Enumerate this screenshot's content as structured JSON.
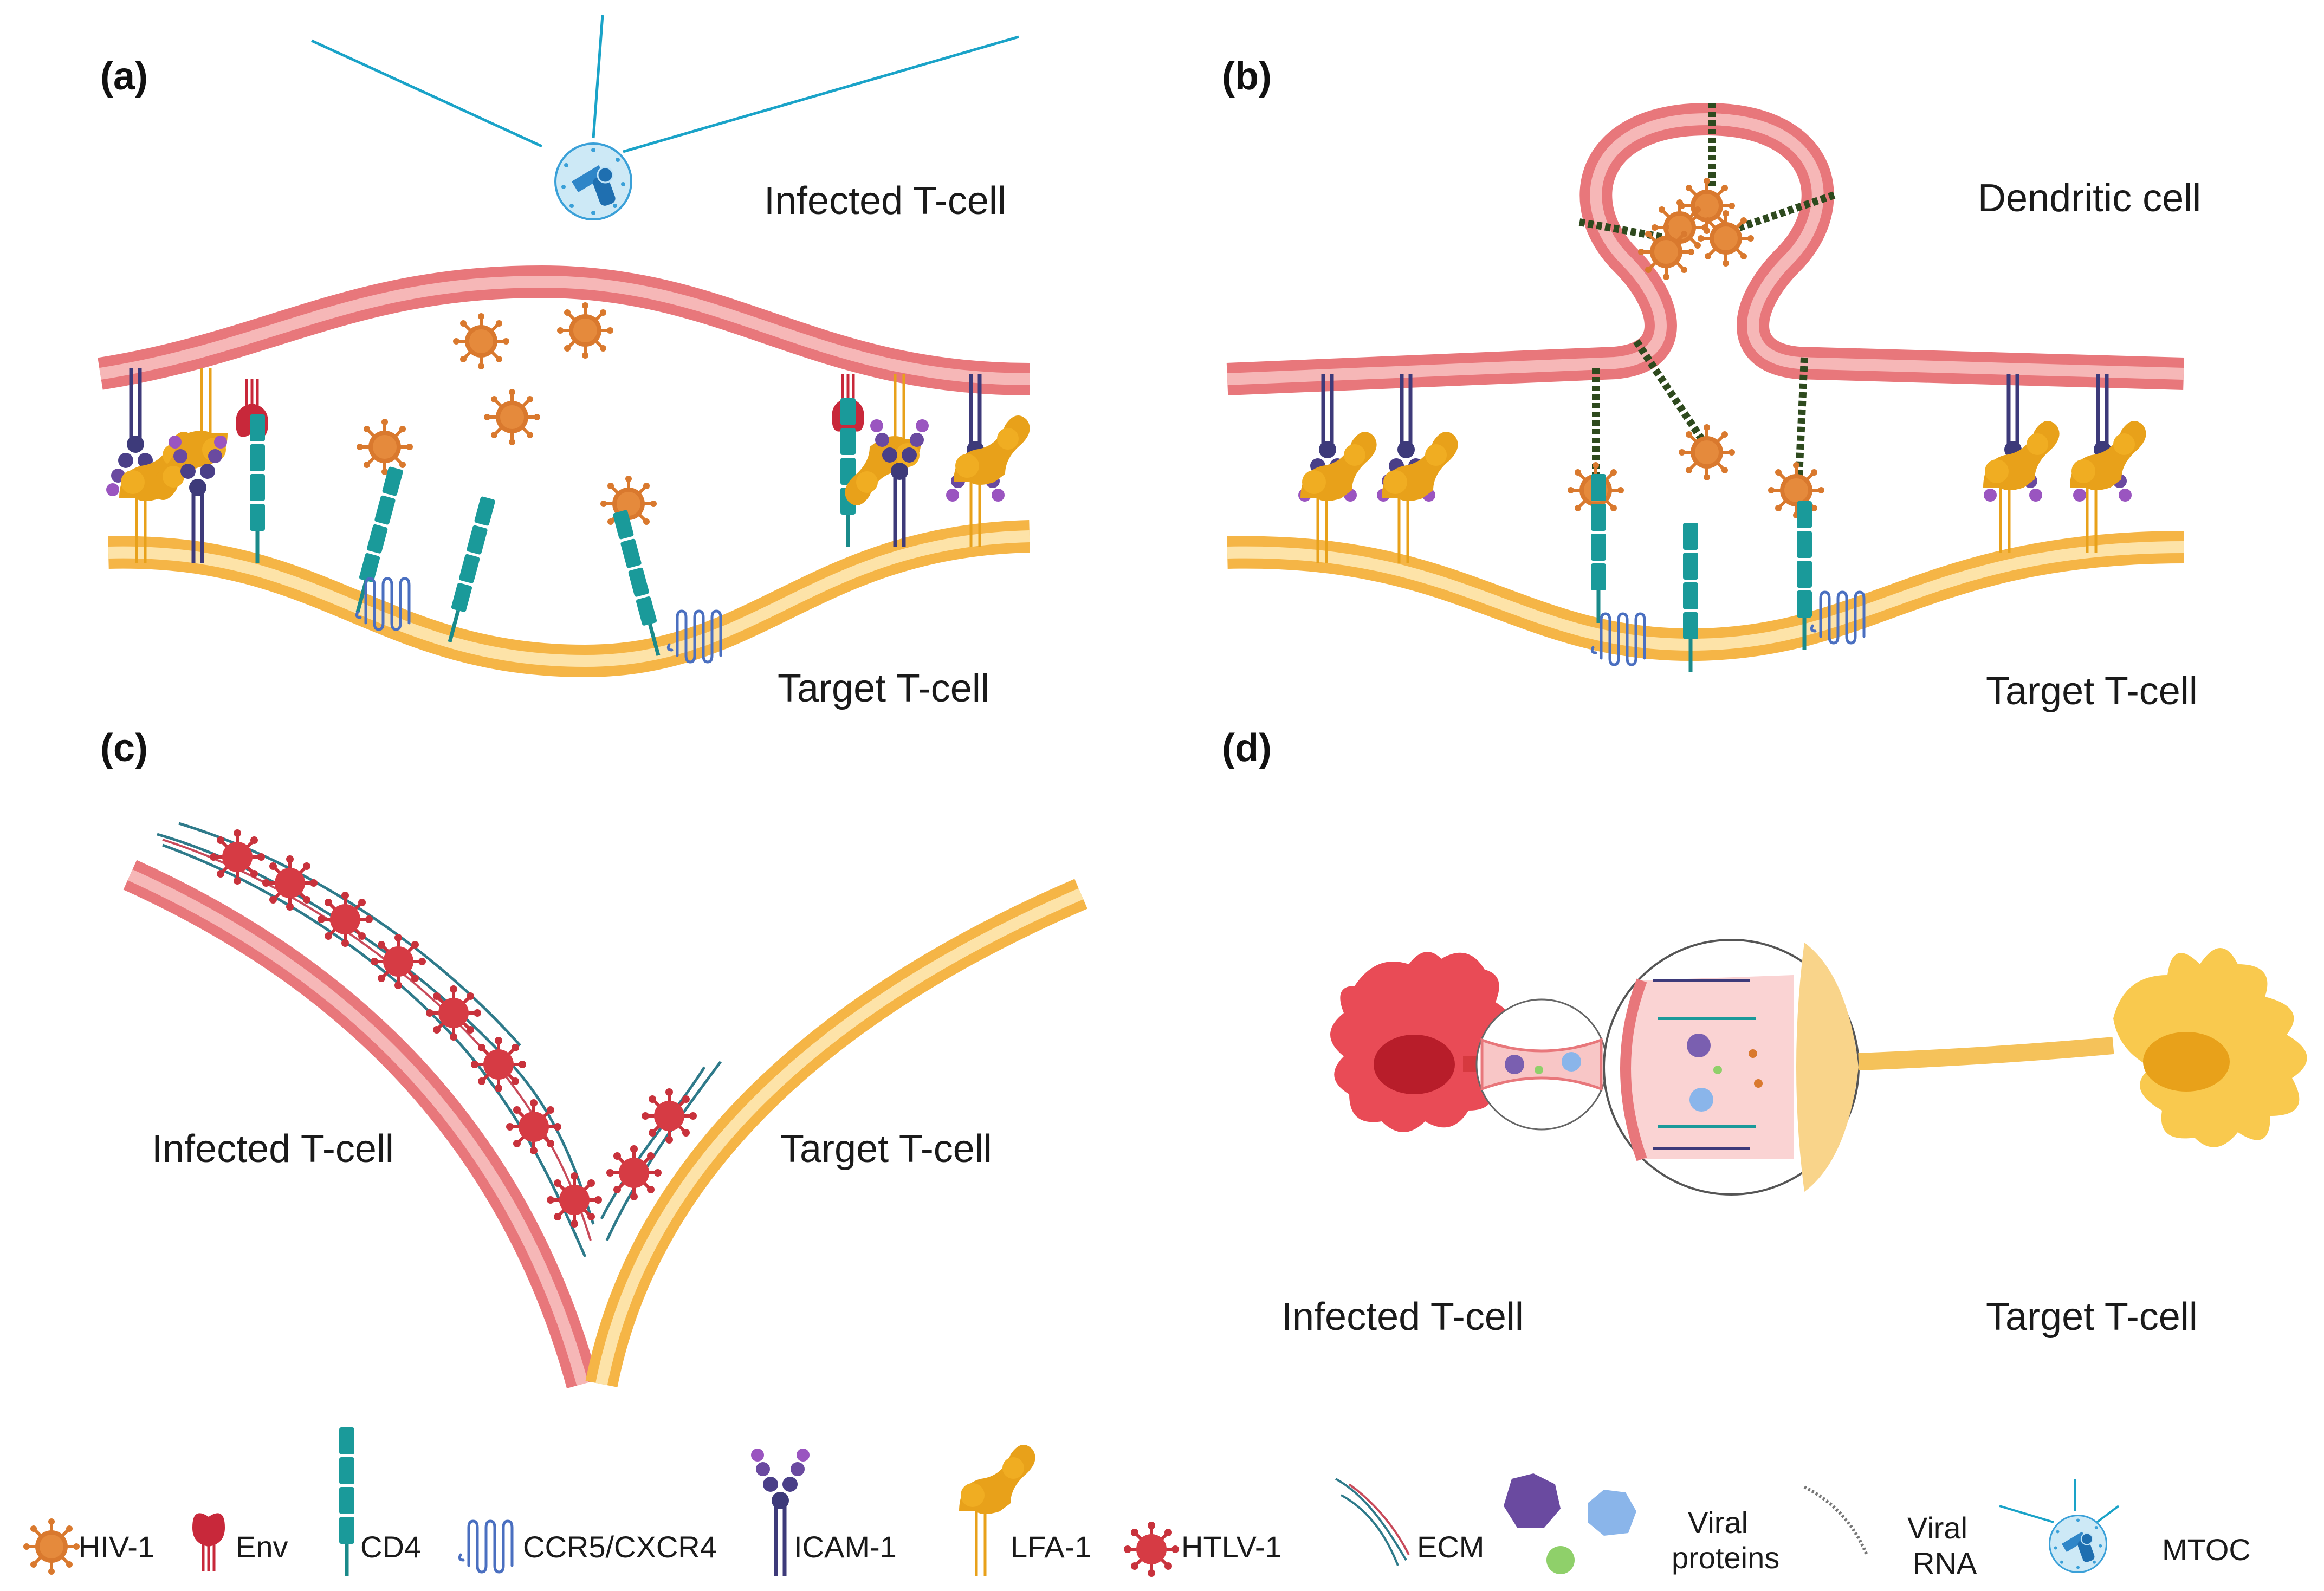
{
  "panels": {
    "a": {
      "letter": "(a)",
      "top_label": "Infected T-cell",
      "bottom_label": "Target T-cell"
    },
    "b": {
      "letter": "(b)",
      "top_label": "Dendritic cell",
      "bottom_label": "Target T-cell"
    },
    "c": {
      "letter": "(c)",
      "left_label": "Infected T-cell",
      "right_label": "Target T-cell"
    },
    "d": {
      "letter": "(d)",
      "left_label": "Infected T-cell",
      "right_label": "Target T-cell"
    }
  },
  "legend": {
    "hiv": "HIV-1",
    "env": "Env",
    "cd4": "CD4",
    "ccr5": "CCR5/CXCR4",
    "icam": "ICAM-1",
    "lfa": "LFA-1",
    "htlv": "HTLV-1",
    "ecm": "ECM",
    "viral_proteins_1": "Viral",
    "viral_proteins_2": "proteins",
    "viral_rna_1": "Viral",
    "viral_rna_2": "RNA",
    "mtoc": "MTOC"
  },
  "colors": {
    "infected_membrane": "#e8777b",
    "target_membrane": "#f5b546",
    "hiv": "#d9792e",
    "htlv": "#d63b44",
    "cd4": "#1a9a9a",
    "icam": "#3d3a7a",
    "lfa": "#e8a11a",
    "env": "#c8283a",
    "mtoc": "#2b8fd6",
    "ecm": "#2e7a8a"
  }
}
